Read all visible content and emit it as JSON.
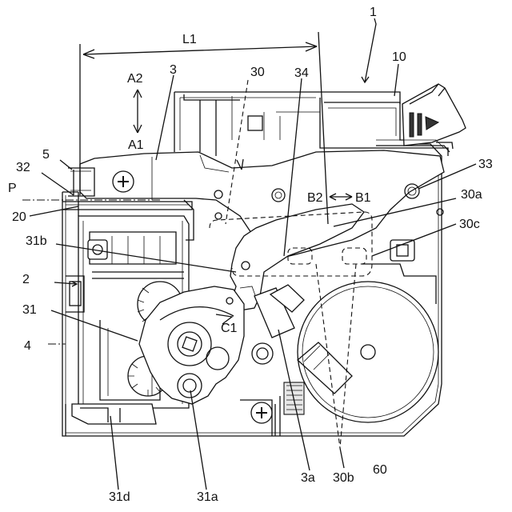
{
  "labels": {
    "n1": "1",
    "n10": "10",
    "n3": "3",
    "n30": "30",
    "n34": "34",
    "n33": "33",
    "L1": "L1",
    "A2": "A2",
    "A1": "A1",
    "n5": "5",
    "n32": "32",
    "P": "P",
    "n20": "20",
    "B2": "B2",
    "B1": "B1",
    "n30a": "30a",
    "n30c": "30c",
    "n31b": "31b",
    "n2": "2",
    "n31": "31",
    "n4": "4",
    "C1": "C1",
    "n31d": "31d",
    "n31a": "31a",
    "n3a": "3a",
    "n30b": "30b",
    "n60": "60"
  }
}
